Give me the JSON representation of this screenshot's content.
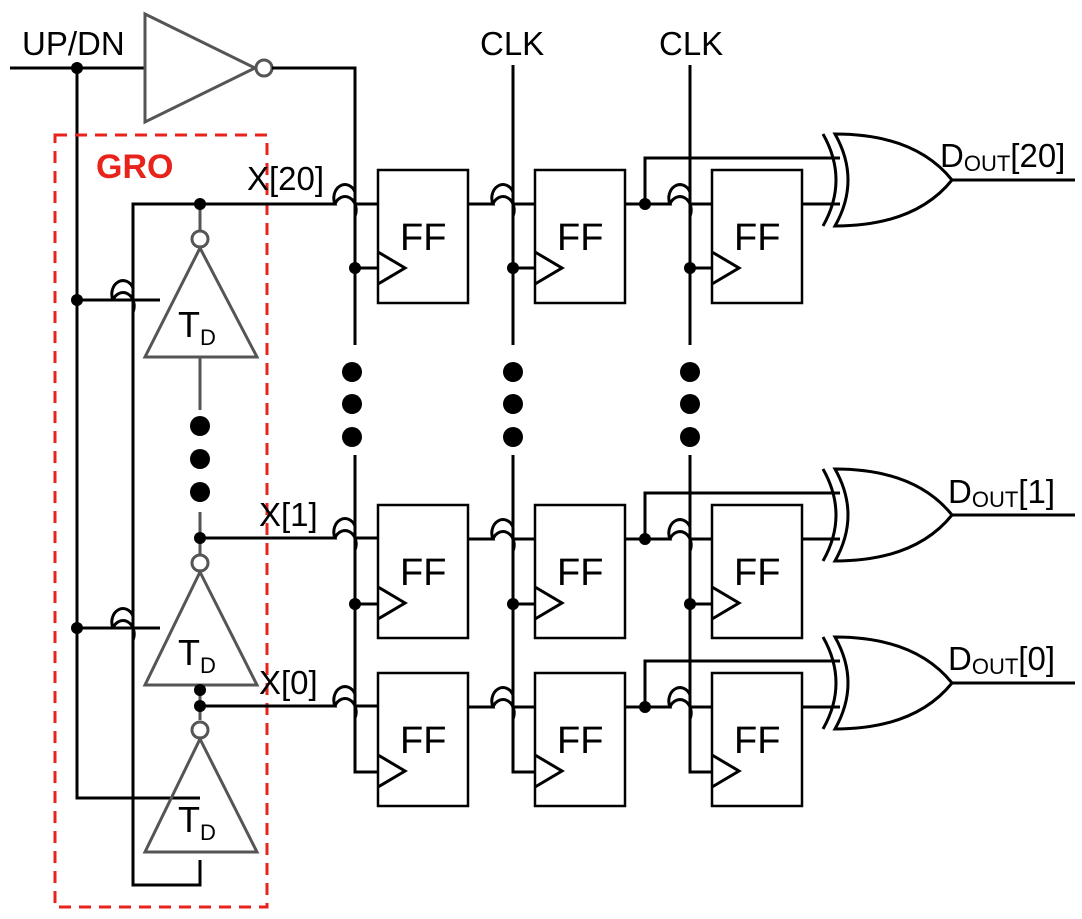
{
  "labels": {
    "updn": "UP/DN",
    "clk1": "CLK",
    "clk2": "CLK",
    "gro": "GRO",
    "x20": "X[20]",
    "x1": "X[1]",
    "x0": "X[0]",
    "ff": "FF",
    "td_main": "T",
    "td_sub": "D",
    "dout_main": "D",
    "dout_sub": "OUT",
    "dout20_idx": "[20]",
    "dout1_idx": "[1]",
    "dout0_idx": "[0]"
  }
}
